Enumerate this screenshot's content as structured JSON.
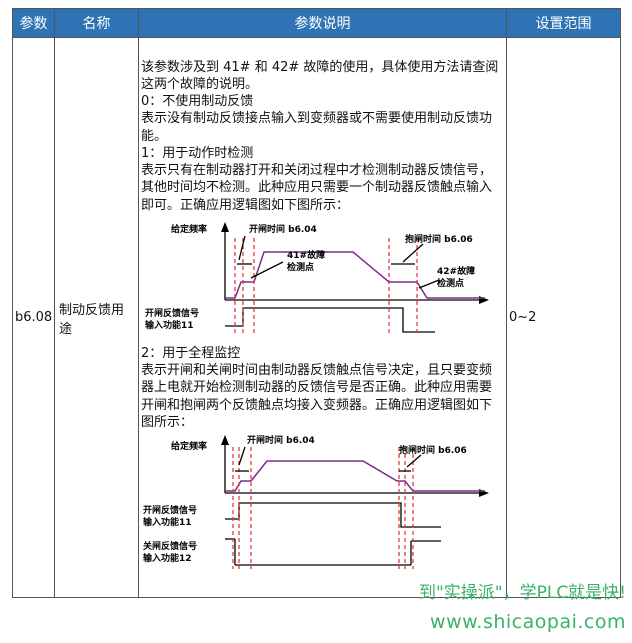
{
  "table": {
    "headers": [
      "参数",
      "名称",
      "参数说明",
      "设置范围"
    ],
    "row": {
      "param": "b6.08",
      "name": "制动反馈用途",
      "range": "0~2",
      "desc": [
        "该参数涉及到 41# 和 42# 故障的使用，具体使用方法请查阅这两个故障的说明。",
        "0：不使用制动反馈",
        "表示没有制动反馈接点输入到变频器或不需要使用制动反馈功能。",
        "1：用于动作时检测",
        "表示只有在制动器打开和关闭过程中才检测制动器反馈信号，其他时间均不检测。此种应用只需要一个制动器反馈触点输入即可。正确应用逻辑图如下图所示：",
        "2：用于全程监控",
        "表示开闸和关闸时间由制动器反馈触点信号决定，且只要变频器上电就开始检测制动器的反馈信号是否正确。此种应用需要开闸和抱闸两个反馈触点均接入变频器。正确应用逻辑图如下图所示："
      ]
    }
  },
  "diagram1": {
    "freq_label": "给定频率",
    "open_time_label": "开闸时间 b6.04",
    "close_time_label": "抱闸时间 b6.06",
    "fault41_line1": "41#故障",
    "fault41_line2": "检测点",
    "fault42_line1": "42#故障",
    "fault42_line2": "检测点",
    "open_fb_line1": "开闸反馈信号",
    "open_fb_line2": "输入功能11"
  },
  "diagram2": {
    "freq_label": "给定频率",
    "open_time_label": "开闸时间 b6.04",
    "close_time_label": "抱闸时间 b6.06",
    "open_fb_line1": "开闸反馈信号",
    "open_fb_line2": "输入功能11",
    "close_fb_line1": "关闸反馈信号",
    "close_fb_line2": "输入功能12"
  },
  "watermark": {
    "line1": "到\"实操派\"，学PLC就是快!",
    "line2": "www.shicaopai.com"
  },
  "colors": {
    "header_bg": "#2e74b5",
    "header_text": "#ffffff",
    "guide_line": "#e23b3b",
    "watermark": "#39b26a"
  }
}
